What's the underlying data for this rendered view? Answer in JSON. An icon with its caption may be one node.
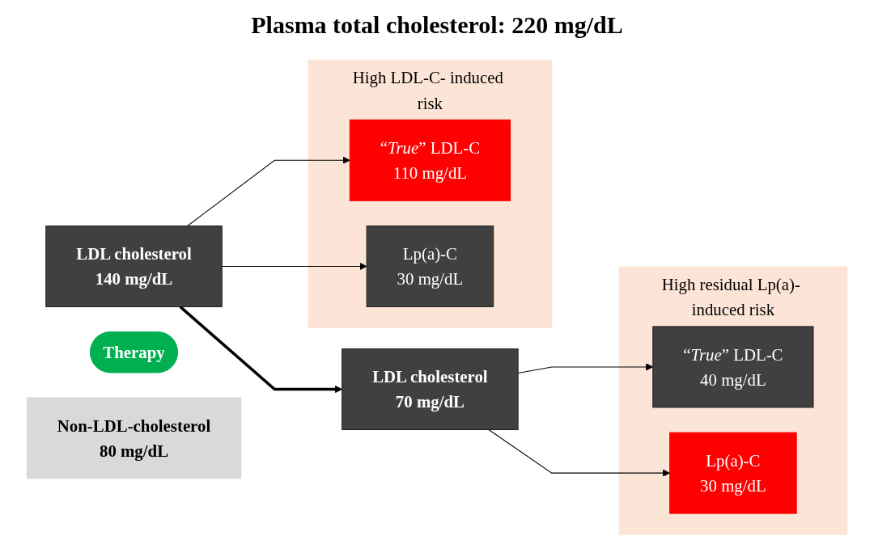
{
  "diagram": {
    "title": "Plasma total cholesterol: 220 mg/dL",
    "nodes": [
      {
        "text": [
          "Non-LDL-cholesterol",
          "80 mg/dL"
        ]
      },
      {
        "text": [
          "LDL cholesterol",
          "140 mg/dL"
        ]
      },
      {
        "text": [
          "High LDL-C- induced risk"
        ]
      },
      {
        "text": [
          "“*True*” LDL-C",
          "110 mg/dL"
        ],
        "in": 2
      },
      {
        "text": [
          "Lp(a)-C",
          "30 mg/dL"
        ],
        "in": 2
      },
      {
        "text": [
          "Therapy"
        ]
      },
      {
        "text": [
          "LDL cholesterol",
          "70 mg/dL"
        ]
      },
      {
        "text": [
          "High residual Lp(a)- induced risk"
        ]
      },
      {
        "text": [
          "“*True*” LDL-C",
          "40 mg/dL"
        ],
        "in": 7
      },
      {
        "text": [
          "Lp(a)-C",
          "30 mg/dL"
        ],
        "in": 7
      }
    ],
    "edges": [
      {
        "from": 1,
        "to": 3,
        "arrow": "to"
      },
      {
        "from": 1,
        "to": 4,
        "arrow": "to"
      },
      {
        "from": 1,
        "to": 6,
        "arrow": "to",
        "style": "thick"
      },
      {
        "from": 6,
        "to": 8,
        "arrow": "to"
      },
      {
        "from": 6,
        "to": 9,
        "arrow": "to"
      }
    ]
  }
}
